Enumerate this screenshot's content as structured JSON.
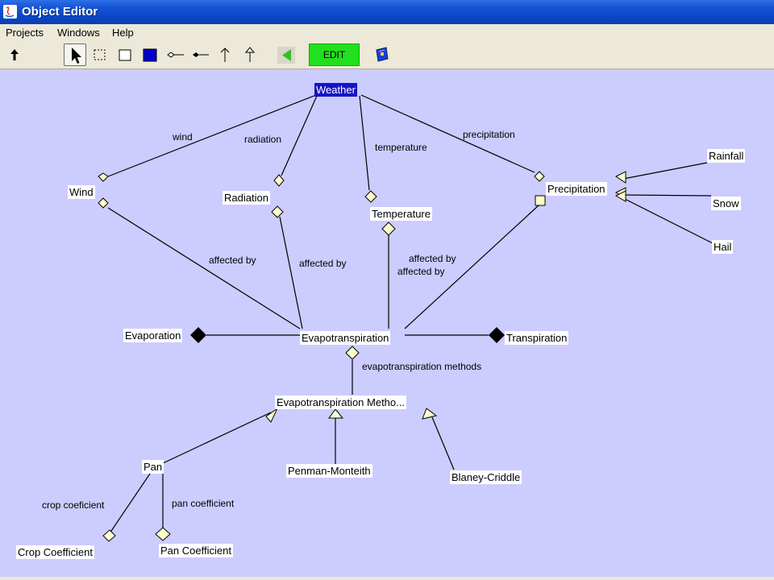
{
  "window": {
    "title": "Object Editor"
  },
  "menu": {
    "items": [
      "Projects",
      "Windows",
      "Help"
    ]
  },
  "toolbar": {
    "edit_label": "EDIT",
    "tools": [
      "up-arrow-icon",
      "pointer-icon",
      "marquee-select-icon",
      "class-box-icon",
      "filled-box-icon",
      "aggregation-tool-icon",
      "composition-tool-icon",
      "association-arrow-icon",
      "inheritance-arrow-icon",
      "back-triangle-icon",
      "book-icon"
    ]
  },
  "diagram": {
    "nodes": {
      "weather": "Weather",
      "wind": "Wind",
      "radiation": "Radiation",
      "temperature": "Temperature",
      "precipitation": "Precipitation",
      "rainfall": "Rainfall",
      "snow": "Snow",
      "hail": "Hail",
      "evaporation": "Evaporation",
      "evapotranspiration": "Evapotranspiration",
      "transpiration": "Transpiration",
      "et_methods": "Evapotranspiration Metho...",
      "pan": "Pan",
      "penman": "Penman-Monteith",
      "blaney": "Blaney-Criddle",
      "crop_coefficient": "Crop Coefficient",
      "pan_coefficient": "Pan Coefficient"
    },
    "edge_labels": {
      "wind": "wind",
      "radiation": "radiation",
      "temperature": "temperature",
      "precipitation": "precipitation",
      "affected_by_wind": "affected by",
      "affected_by_radiation": "affected by",
      "affected_by_temp": "affected by",
      "affected_by_precip": "affected by",
      "et_methods": "evapotranspiration methods",
      "crop_coef": "crop coeficient",
      "pan_coef": "pan coefficient"
    }
  },
  "colors": {
    "canvas": "#ccccff",
    "selected_node": "#1414c8",
    "edit_button": "#22e01d",
    "diamond_fill": "#ffffcc"
  }
}
